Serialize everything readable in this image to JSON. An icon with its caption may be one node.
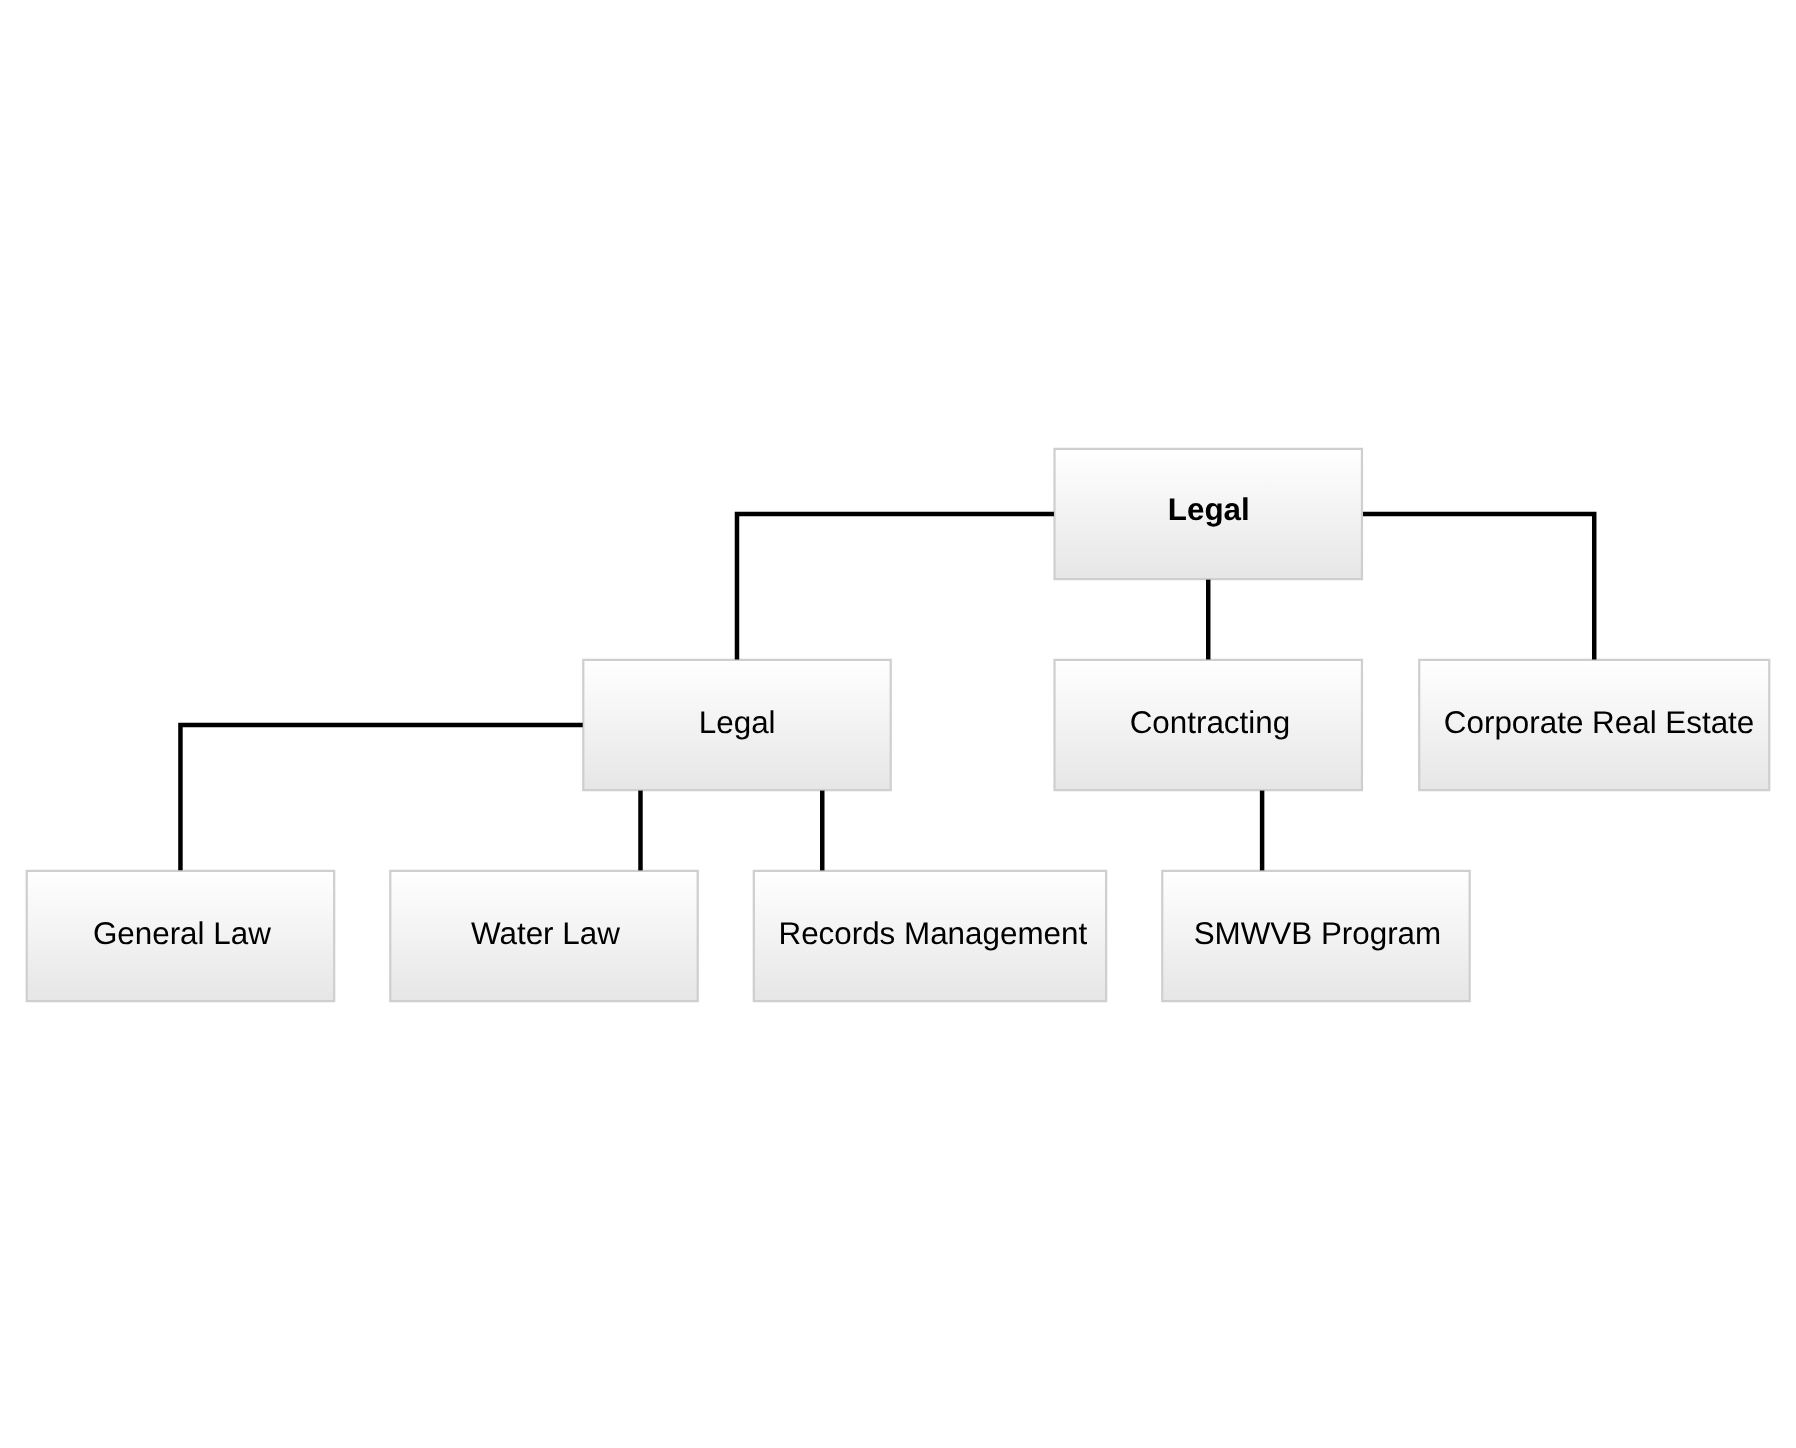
{
  "diagram": {
    "nodes": [
      {
        "text": [
          "Legal"
        ]
      },
      {
        "text": [
          "Legal"
        ]
      },
      {
        "text": [
          "Contracting"
        ]
      },
      {
        "text": [
          "Corporate Real Estate"
        ]
      },
      {
        "text": [
          "General Law"
        ]
      },
      {
        "text": [
          "Water Law"
        ]
      },
      {
        "text": [
          "Records Management"
        ]
      },
      {
        "text": [
          "SMWVB Program"
        ]
      }
    ],
    "edges": [
      {
        "from": 0,
        "to": 1,
        "arrow": "none"
      },
      {
        "from": 0,
        "to": 2,
        "arrow": "none"
      },
      {
        "from": 0,
        "to": 3,
        "arrow": "none"
      },
      {
        "from": 1,
        "to": 4,
        "arrow": "none"
      },
      {
        "from": 1,
        "to": 5,
        "arrow": "none"
      },
      {
        "from": 1,
        "to": 6,
        "arrow": "none"
      },
      {
        "from": 2,
        "to": 7,
        "arrow": "none"
      }
    ]
  }
}
